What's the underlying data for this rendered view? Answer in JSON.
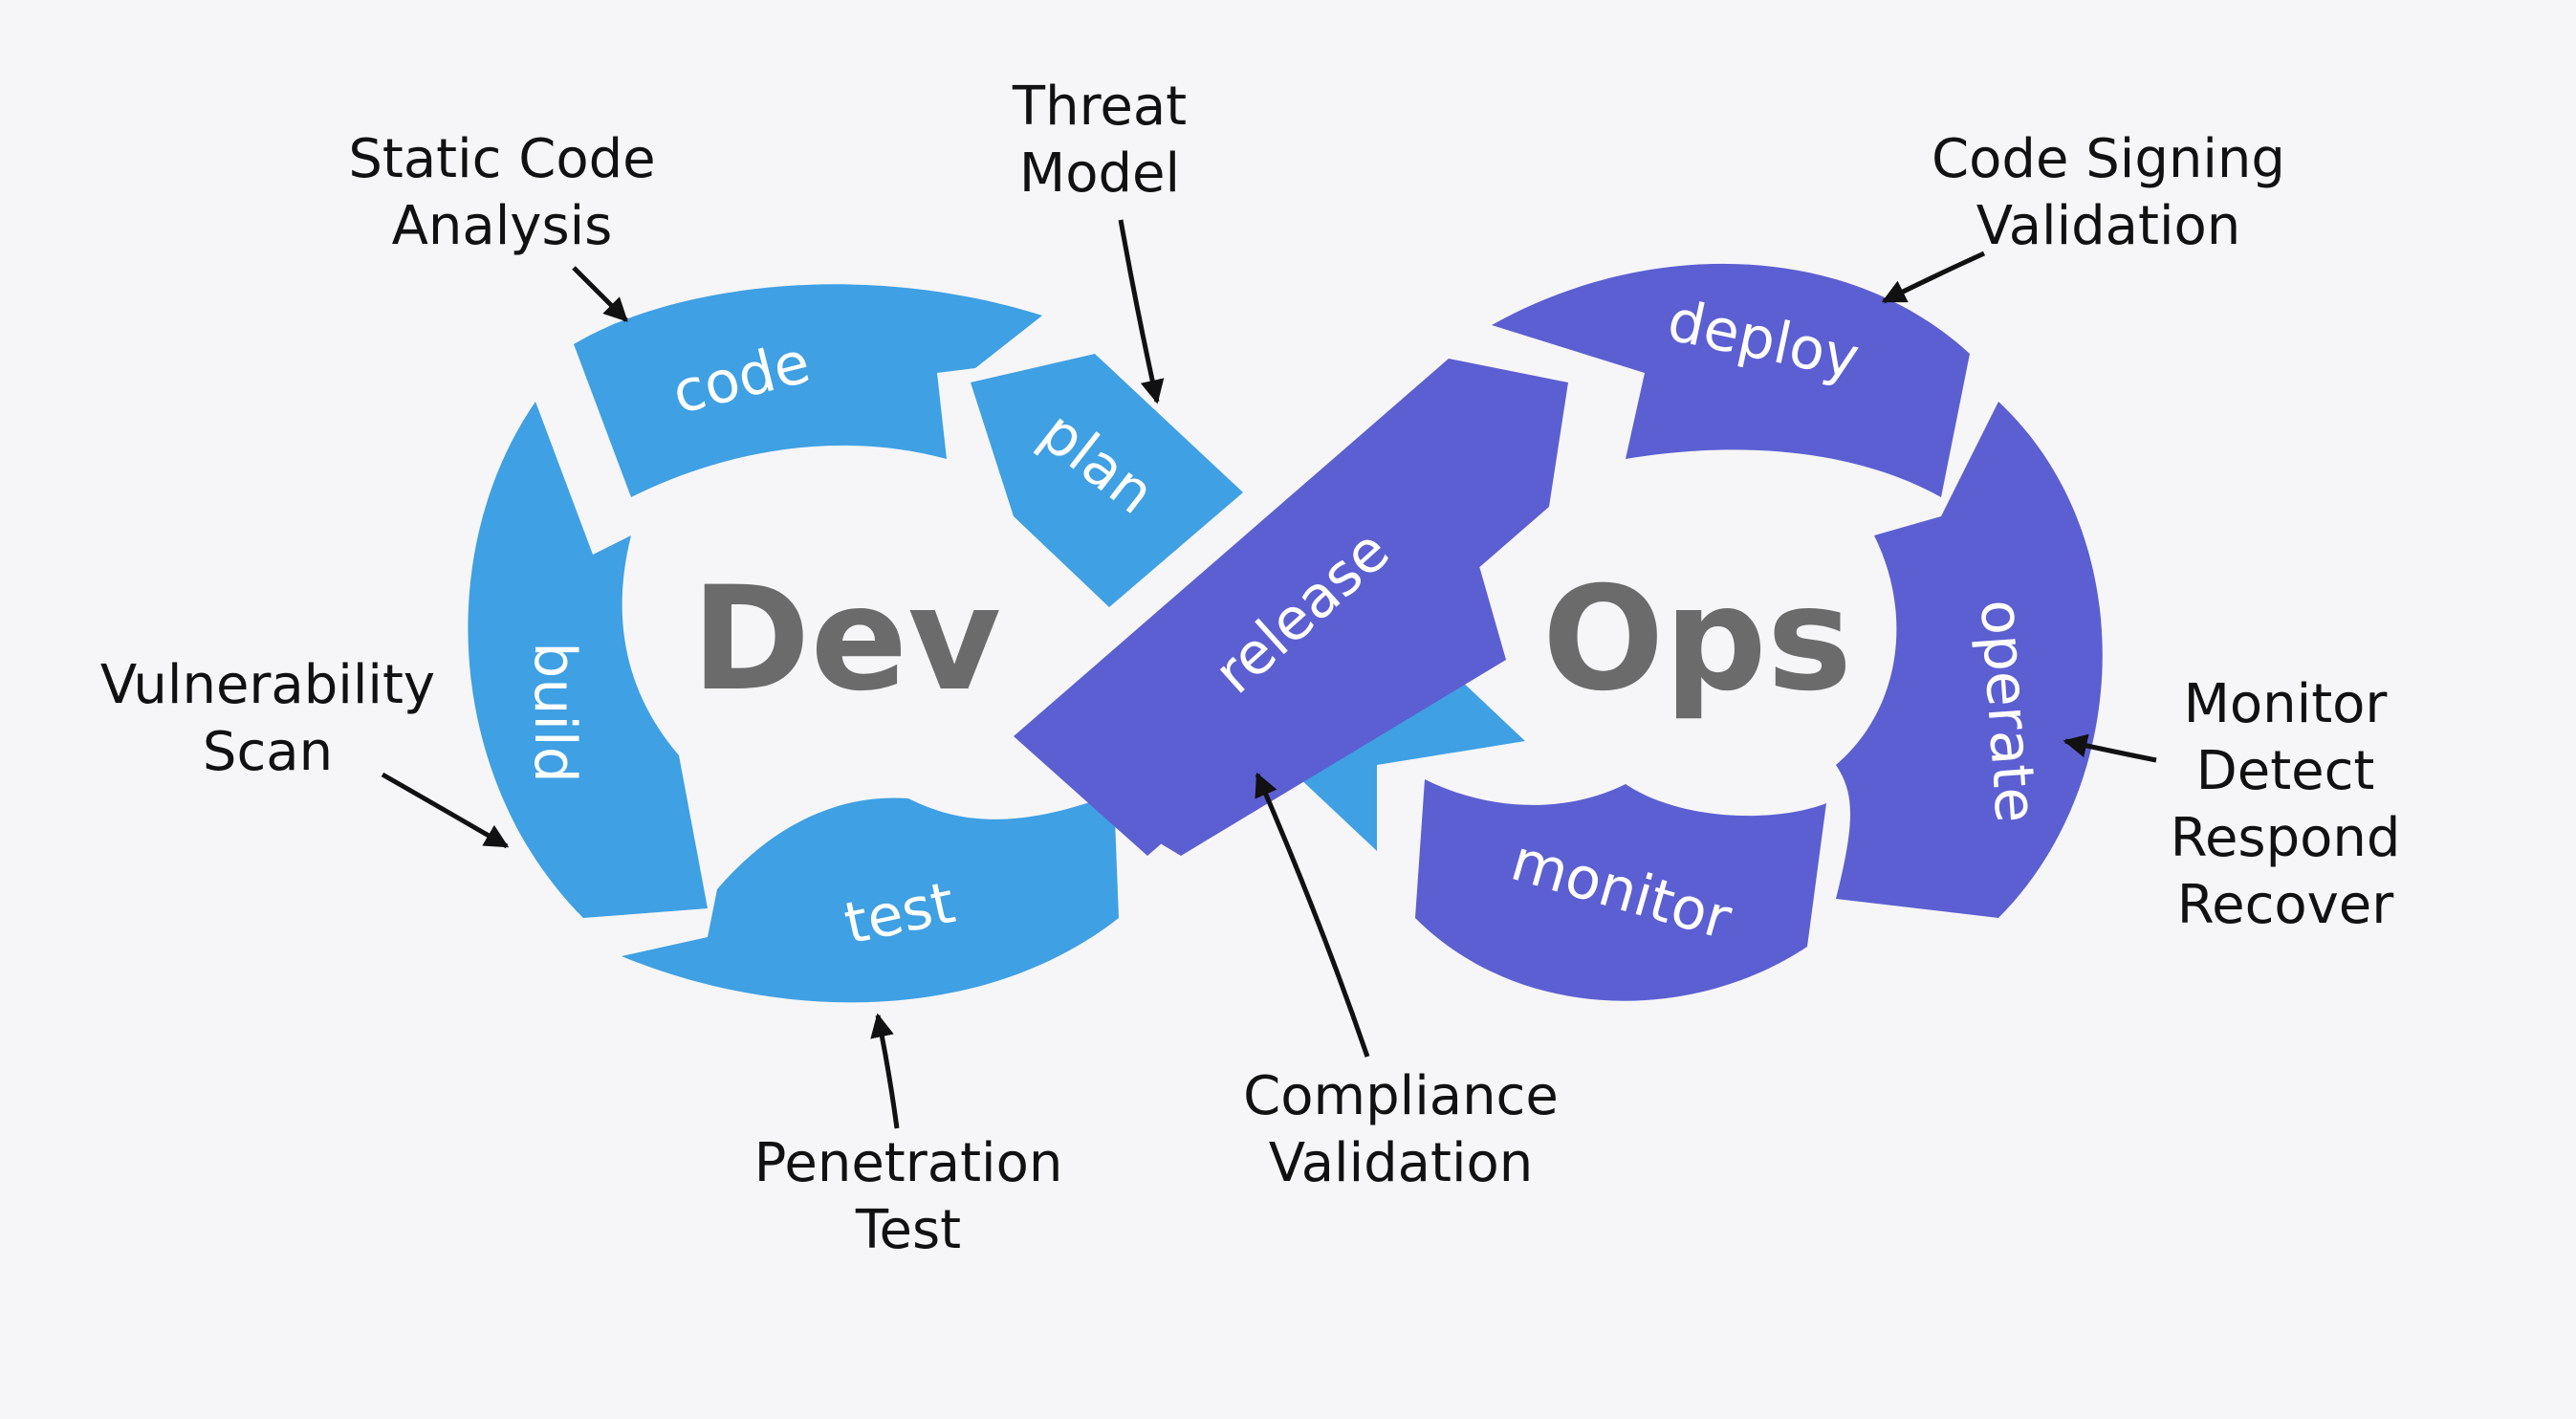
{
  "colors": {
    "background": "#f6f6f8",
    "dev_blue": "#3fa0e3",
    "ops_purple": "#5c5fd1",
    "center_text": "#6b6b6b",
    "annotation_text": "#111111"
  },
  "center": {
    "dev": "Dev",
    "ops": "Ops"
  },
  "segments": {
    "code": "code",
    "plan": "plan",
    "build": "build",
    "test": "test",
    "release": "release",
    "deploy": "deploy",
    "operate": "operate",
    "monitor": "monitor"
  },
  "annotations": {
    "static_code_analysis": [
      "Static Code",
      "Analysis"
    ],
    "threat_model": [
      "Threat",
      "Model"
    ],
    "vulnerability_scan": [
      "Vulnerability",
      "Scan"
    ],
    "penetration_test": [
      "Penetration",
      "Test"
    ],
    "compliance_validation": [
      "Compliance",
      "Validation"
    ],
    "code_signing_validation": [
      "Code Signing",
      "Validation"
    ],
    "monitor_detect_respond_recover": [
      "Monitor",
      "Detect",
      "Respond",
      "Recover"
    ]
  }
}
